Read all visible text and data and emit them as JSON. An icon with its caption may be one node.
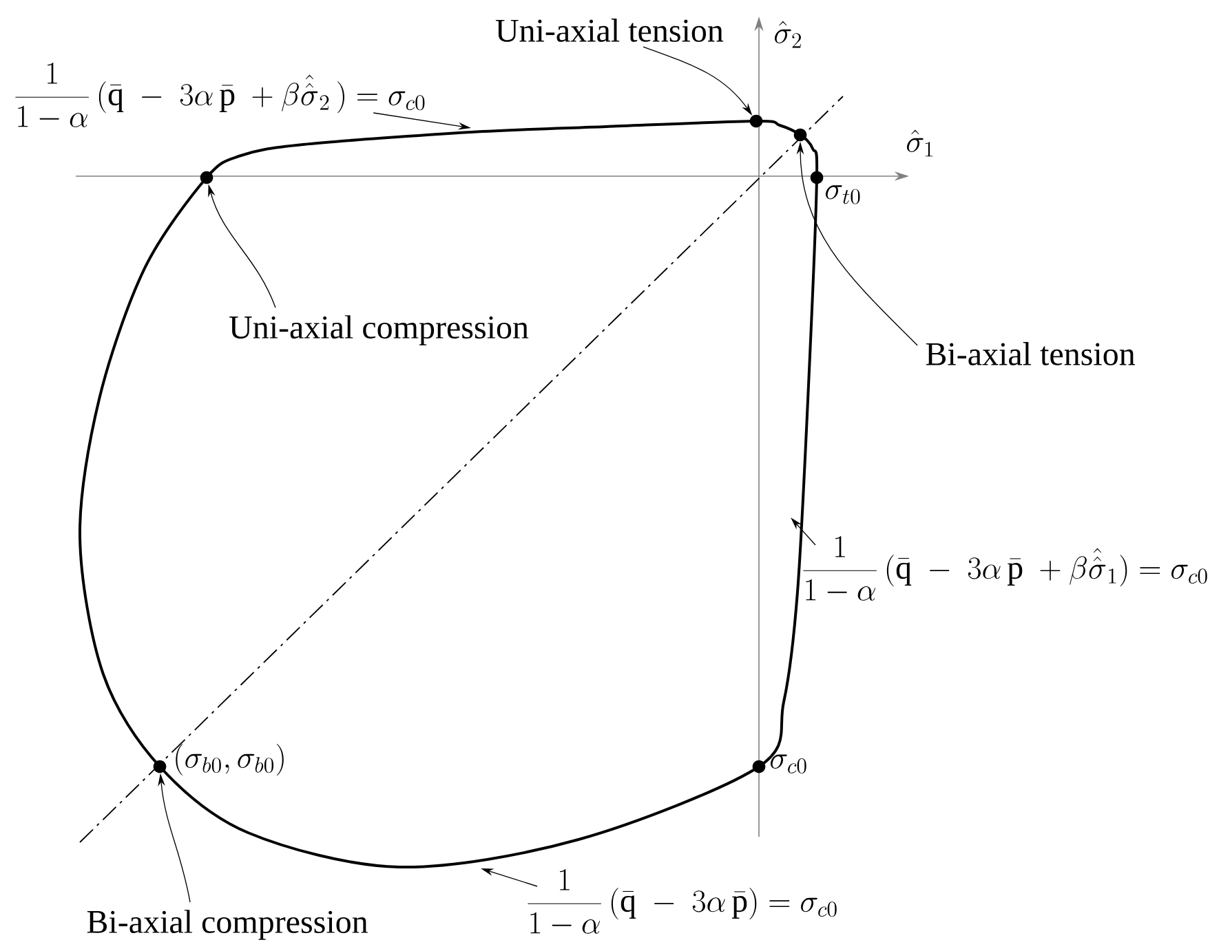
{
  "diagram": {
    "nodes": [
      {
        "text": [
          "\\frac{1}{1-\\alpha}\\,(\\bar{\\mathrm{q}}\\ -\\ 3\\alpha\\,\\bar{\\mathrm{p}}\\ +\\beta\\hat{\\hat{\\sigma}}_2\\,) = \\sigma_{c0}"
        ]
      },
      {
        "text": [
          "Uni-axial tension"
        ]
      },
      {
        "text": [],
        "shape": "circle"
      },
      {
        "text": [],
        "shape": "circle"
      },
      {
        "text": [],
        "shape": "circle",
        "beside": [
          "\\sigma_{t0}"
        ]
      },
      {
        "text": [
          "Uni-axial compression"
        ]
      },
      {
        "text": [
          "Bi-axial tension"
        ]
      },
      {
        "text": [],
        "shape": "circle"
      },
      {
        "text": [
          "\\frac{1}{1-\\alpha}\\,(\\bar{\\mathrm{q}}\\ -\\ 3\\alpha\\,\\bar{\\mathrm{p}}\\ +\\beta\\hat{\\hat{\\sigma}}_1) = \\sigma_{c0}"
        ]
      },
      {
        "text": [],
        "shape": "circle",
        "beside": [
          "(\\sigma_{b0},\\sigma_{b0})"
        ]
      },
      {
        "text": [],
        "shape": "circle",
        "beside": [
          "\\sigma_{c0}"
        ]
      },
      {
        "text": [
          "Bi-axial compression"
        ]
      },
      {
        "text": [
          "\\frac{1}{1-\\alpha}\\,(\\bar{\\mathrm{q}}\\ -\\ 3\\alpha\\,\\bar{\\mathrm{p}}) = \\sigma_{c0}"
        ]
      }
    ],
    "edges": [
      {
        "from": 0,
        "to": null,
        "arrow": "to"
      },
      {
        "from": 1,
        "to": 2,
        "arrow": "to"
      },
      {
        "from": 5,
        "to": 3,
        "arrow": "to"
      },
      {
        "from": 6,
        "to": 7,
        "arrow": "to"
      },
      {
        "from": 8,
        "to": null,
        "arrow": "to"
      },
      {
        "from": 11,
        "to": 9,
        "arrow": "to"
      },
      {
        "from": 12,
        "to": null,
        "arrow": "to"
      }
    ],
    "labels": [
      "\\hat{\\sigma}_2",
      "\\hat{\\sigma}_1"
    ]
  }
}
